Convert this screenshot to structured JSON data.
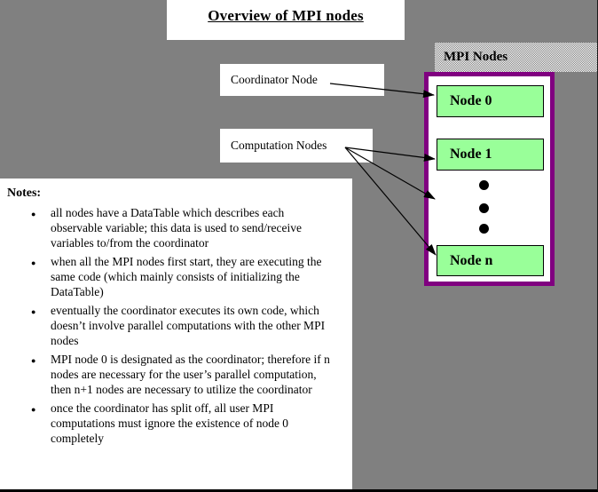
{
  "title": "Overview of MPI nodes",
  "mpi_panel": {
    "header": "MPI Nodes",
    "nodes": [
      "Node 0",
      "Node 1",
      "Node n"
    ]
  },
  "callouts": {
    "coordinator": "Coordinator Node",
    "computation": "Computation Nodes"
  },
  "notes": {
    "heading": "Notes:",
    "items": [
      "all nodes have a DataTable which describes each observable variable; this data is used to send/receive variables to/from the coordinator",
      "when all the MPI nodes first start, they are executing the same code (which mainly consists of initializing the DataTable)",
      "eventually the coordinator executes its own code, which doesn’t involve parallel computations with the other MPI nodes",
      "MPI node 0 is designated as the coordinator; therefore if n nodes are necessary for the user’s parallel computation, then n+1 nodes are necessary to utilize the coordinator",
      "once the coordinator has split off, all user MPI computations must ignore the existence of node 0 completely"
    ]
  },
  "colors": {
    "background": "#808080",
    "node_fill": "#99ff99",
    "panel_border": "#800080",
    "box_fill": "#ffffff",
    "arrow": "#000000"
  }
}
